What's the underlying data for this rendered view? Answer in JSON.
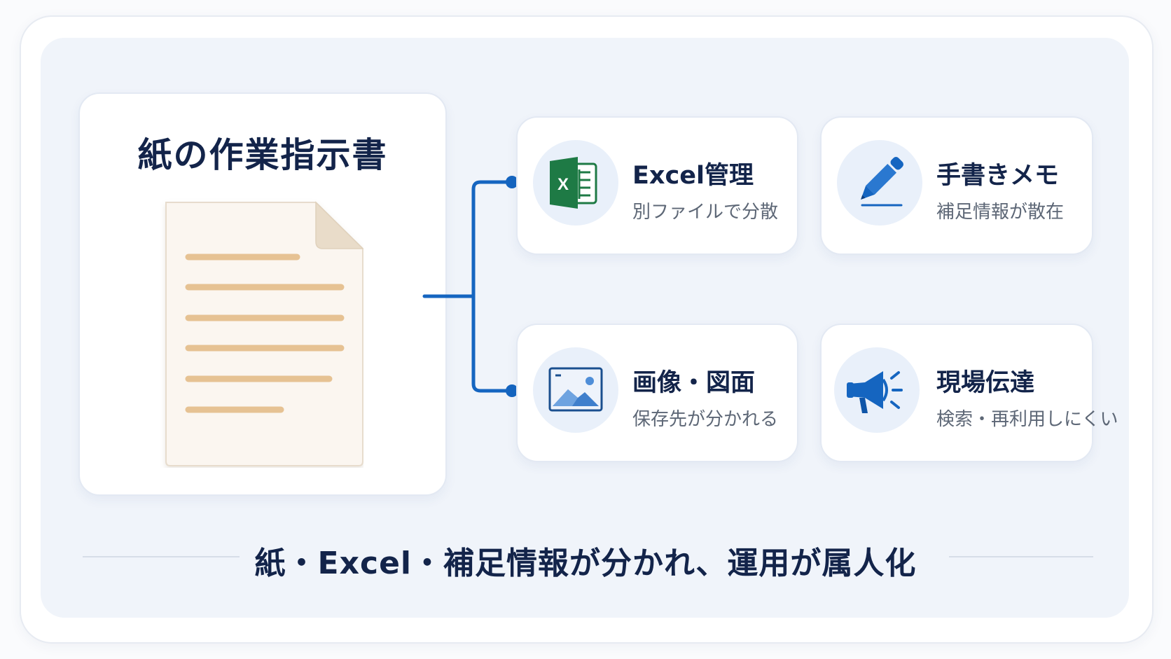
{
  "left_panel": {
    "title": "紙の作業指示書",
    "icon": "paper-document-icon"
  },
  "items": [
    {
      "title": "Excel管理",
      "subtitle": "別ファイルで分散",
      "icon": "excel-icon",
      "icon_letter": "X"
    },
    {
      "title": "手書きメモ",
      "subtitle": "補足情報が散在",
      "icon": "pen-icon"
    },
    {
      "title": "画像・図面",
      "subtitle": "保存先が分かれる",
      "icon": "image-icon"
    },
    {
      "title": "現場伝達",
      "subtitle": "検索・再利用しにくい",
      "icon": "megaphone-icon"
    }
  ],
  "summary": "紙・Excel・補足情報が分かれ、運用が属人化",
  "colors": {
    "accent_blue": "#1565c0",
    "excel_green": "#1e7a45",
    "title_navy": "#13244a",
    "paper_line": "#e6c293"
  }
}
